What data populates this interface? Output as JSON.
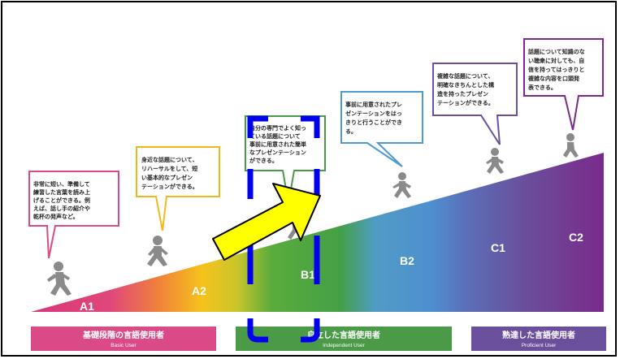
{
  "levels": {
    "a1": "A1",
    "a2": "A2",
    "b1": "B1",
    "b2": "B2",
    "c1": "C1",
    "c2": "C2"
  },
  "bubbles": {
    "a1": [
      "非常に短い、準備して",
      "練習した言葉を読み上",
      "げることができる。例",
      "えば、話し手の紹介や",
      "乾杯の発声など。"
    ],
    "a2": [
      "身近な話題について、",
      "リハーサルをして、短",
      "い基本的なプレゼン",
      "テーションができる。"
    ],
    "b1": [
      "自分の専門でよく知っ",
      "ている話題について",
      "事前に用意された簡単",
      "なプレゼンテーション",
      "ができる。"
    ],
    "b2": [
      "事前に用意されたプレ",
      "ゼンテーションをはっ",
      "きりと行うことができ",
      "る。"
    ],
    "c1": [
      "複雑な話題について、",
      "明確なきちんとした構",
      "造を持ったプレゼン",
      "テーションができる。"
    ],
    "c2": [
      "話題について知識のな",
      "い聴衆に対しても、自",
      "信を持ってはっきりと",
      "複雑な内容を口頭発",
      "表できる。"
    ]
  },
  "bands": {
    "basic_title": "基礎段階の言語使用者",
    "basic_sub": "Basic User",
    "independent_title": "自立した言語使用者",
    "independent_sub": "Independent User",
    "proficient_title": "熟達した言語使用者",
    "proficient_sub": "Proficient User"
  },
  "colors": {
    "basic": "#d94a86",
    "independent": "#4a9a48",
    "proficient": "#6a4f9c",
    "highlight_arrow": "#ffff00",
    "highlight_box": "#0000ee"
  }
}
